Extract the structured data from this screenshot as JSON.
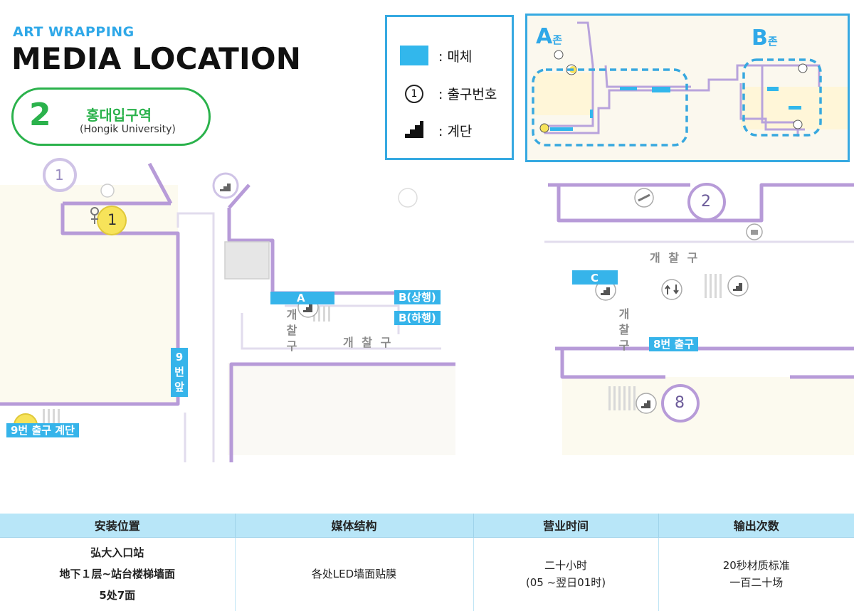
{
  "header": {
    "subtitle": "ART WRAPPING",
    "title": "MEDIA LOCATION"
  },
  "station": {
    "line_number": "2",
    "name": "홍대입구역",
    "english_name": "(Hongik University)",
    "line_color": "#2bb24c"
  },
  "legend": {
    "media_label": ": 매체",
    "exit_label": ": 출구번호",
    "exit_sample": "1",
    "stairs_label": ": 계단",
    "media_color": "#32b7ec"
  },
  "overview": {
    "zone_a": "A",
    "zone_a_suffix": "존",
    "zone_b": "B",
    "zone_b_suffix": "존"
  },
  "map": {
    "exits": {
      "exit_1_top": "1",
      "exit_1_yellow": "1",
      "exit_2": "2",
      "exit_8": "8"
    },
    "media_labels": {
      "a": "A",
      "b_up": "B(상행)",
      "b_down": "B(하행)",
      "c": "C",
      "exit_8": "8번 출구",
      "exit_9_stairs": "9번 출구 계단",
      "exit_9_front": [
        "9",
        "번",
        "앞"
      ]
    },
    "gates": {
      "left_vertical": [
        "개",
        "찰",
        "구"
      ],
      "left_horizontal": "개 찰 구",
      "right_horizontal": "개 찰 구",
      "right_vertical": [
        "개",
        "찰",
        "구"
      ]
    },
    "colors": {
      "corridor": "#b79bd8",
      "media": "#36b4ea",
      "exit_yellow": "#f7e35a"
    }
  },
  "table": {
    "headers": [
      "安装位置",
      "媒体结构",
      "营业时间",
      "输出次数"
    ],
    "location_lines": [
      "弘大入口站",
      "地下１层~站台楼梯墙面",
      "5处7面"
    ],
    "structure": "各处LED墙面贴膜",
    "hours_lines": [
      "二十小时",
      "(05 ~翌日01时)"
    ],
    "output_lines": [
      "20秒材质标准",
      "一百二十场"
    ]
  }
}
